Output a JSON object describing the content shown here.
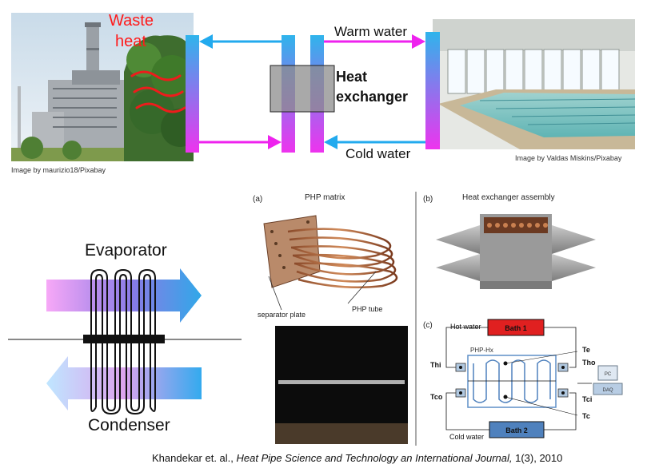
{
  "top": {
    "waste_heat_line1": "Waste",
    "waste_heat_line2": "heat",
    "warm_water": "Warm water",
    "cold_water": "Cold water",
    "hx_line1": "Heat",
    "hx_line2": "exchanger",
    "credit_left": "Image by maurizio18/Pixabay",
    "credit_right": "Image by Valdas Miskins/Pixabay"
  },
  "schematic": {
    "evaporator": "Evaporator",
    "condenser": "Condenser"
  },
  "figure": {
    "panel_a": "(a)",
    "panel_a_title": "PHP matrix",
    "separator_plate": "separator plate",
    "php_tube": "PHP tube",
    "panel_b": "(b)",
    "panel_b_title": "Heat exchanger assembly",
    "panel_c": "(c)",
    "hot_water": "Hot water",
    "bath1": "Bath 1",
    "cold_water": "Cold water",
    "bath2": "Bath 2",
    "php_hx": "PHP-Hx",
    "thi": "Thi",
    "tho": "Tho",
    "tco": "Tco",
    "tci": "Tci",
    "te": "Te",
    "tc": "Tc",
    "pc": "PC",
    "daq": "DAQ"
  },
  "citation": {
    "authors": "Khandekar et. al., ",
    "journal": "Heat Pipe Science and Technology an International Journal,",
    "issue": " 1(3), 2010"
  },
  "colors": {
    "magenta": "#ee22ee",
    "cyan": "#22aaee",
    "red_label": "#ff1a1a",
    "bath1": "#e02020",
    "bath2": "#4f81bd"
  }
}
